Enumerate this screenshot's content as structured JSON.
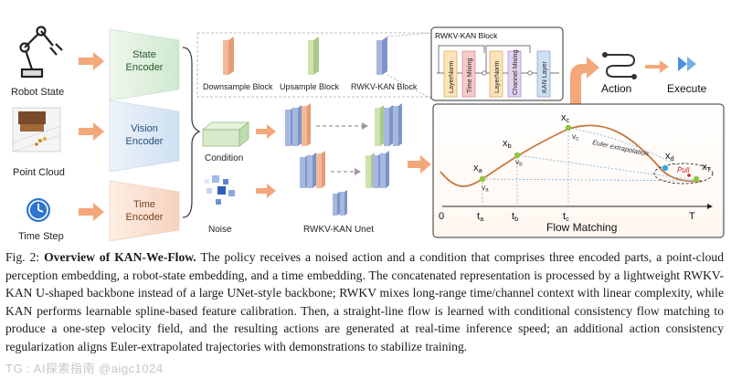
{
  "inputs": {
    "robot_state": "Robot State",
    "point_cloud": "Point Cloud",
    "time_step": "Time Step"
  },
  "encoders": {
    "state": [
      "State",
      "Encoder"
    ],
    "vision": [
      "Vision",
      "Encoder"
    ],
    "time": [
      "Time",
      "Encoder"
    ]
  },
  "legend": {
    "downsample": "Downsample Block",
    "upsample": "Upsample Block",
    "rwkv_kan": "RWKV-KAN  Block"
  },
  "rwkv_kan_block": {
    "title": "RWKV-KAN Block",
    "layers": [
      "LayerNorm",
      "Time Mixing",
      "LayerNorm",
      "Channel Mixing",
      "KAN Layer"
    ]
  },
  "unet": {
    "condition": "Condition",
    "noise": "Noise",
    "title": "RWKV-KAN Unet"
  },
  "outputs": {
    "action": "Action",
    "execute": "Execute"
  },
  "flow": {
    "title": "Flow Matching",
    "origin": "0",
    "end": "T",
    "points": [
      "x",
      "x",
      "x",
      "x",
      "x"
    ],
    "point_subs": [
      "a",
      "b",
      "c",
      "d",
      "T"
    ],
    "velocities": [
      "v",
      "v",
      "v"
    ],
    "velocity_subs": [
      "a",
      "b",
      "c"
    ],
    "ticks": [
      "t",
      "t",
      "t"
    ],
    "tick_subs": [
      "a",
      "b",
      "c"
    ],
    "extrapolation": "Euler extrapolation",
    "pull": "Pull"
  },
  "caption": {
    "label": "Fig. 2: ",
    "title": "Overview of KAN-We-Flow.",
    "body": " The policy receives a noised action and a condition that comprises three encoded parts, a point-cloud perception embedding, a robot-state embedding, and a time embedding. The concatenated representation is processed by a lightweight RWKV-KAN U-shaped backbone instead of a large UNet-style backbone; RWKV mixes long-range time/channel context with linear complexity, while KAN performs learnable spline-based feature calibration. Then, a straight-line flow is learned with conditional consistency flow matching to produce a one-step velocity field, and the resulting actions are generated at real-time inference speed; an additional action consistency regularization aligns Euler-extrapolated trajectories with demonstrations to stabilize training."
  },
  "watermark": "TG : AI探索指南 @aigc1024",
  "colors": {
    "encoder_fill": "#d7ecd7",
    "arrow": "#f4a77a",
    "downsample": "#f2b999",
    "upsample": "#cfe3b0",
    "rwkv": "#a7b8e0",
    "curve": "#c9783c",
    "point": "#8cc63f",
    "clock": "#2f74d0",
    "execute": "#4a8fe0"
  }
}
